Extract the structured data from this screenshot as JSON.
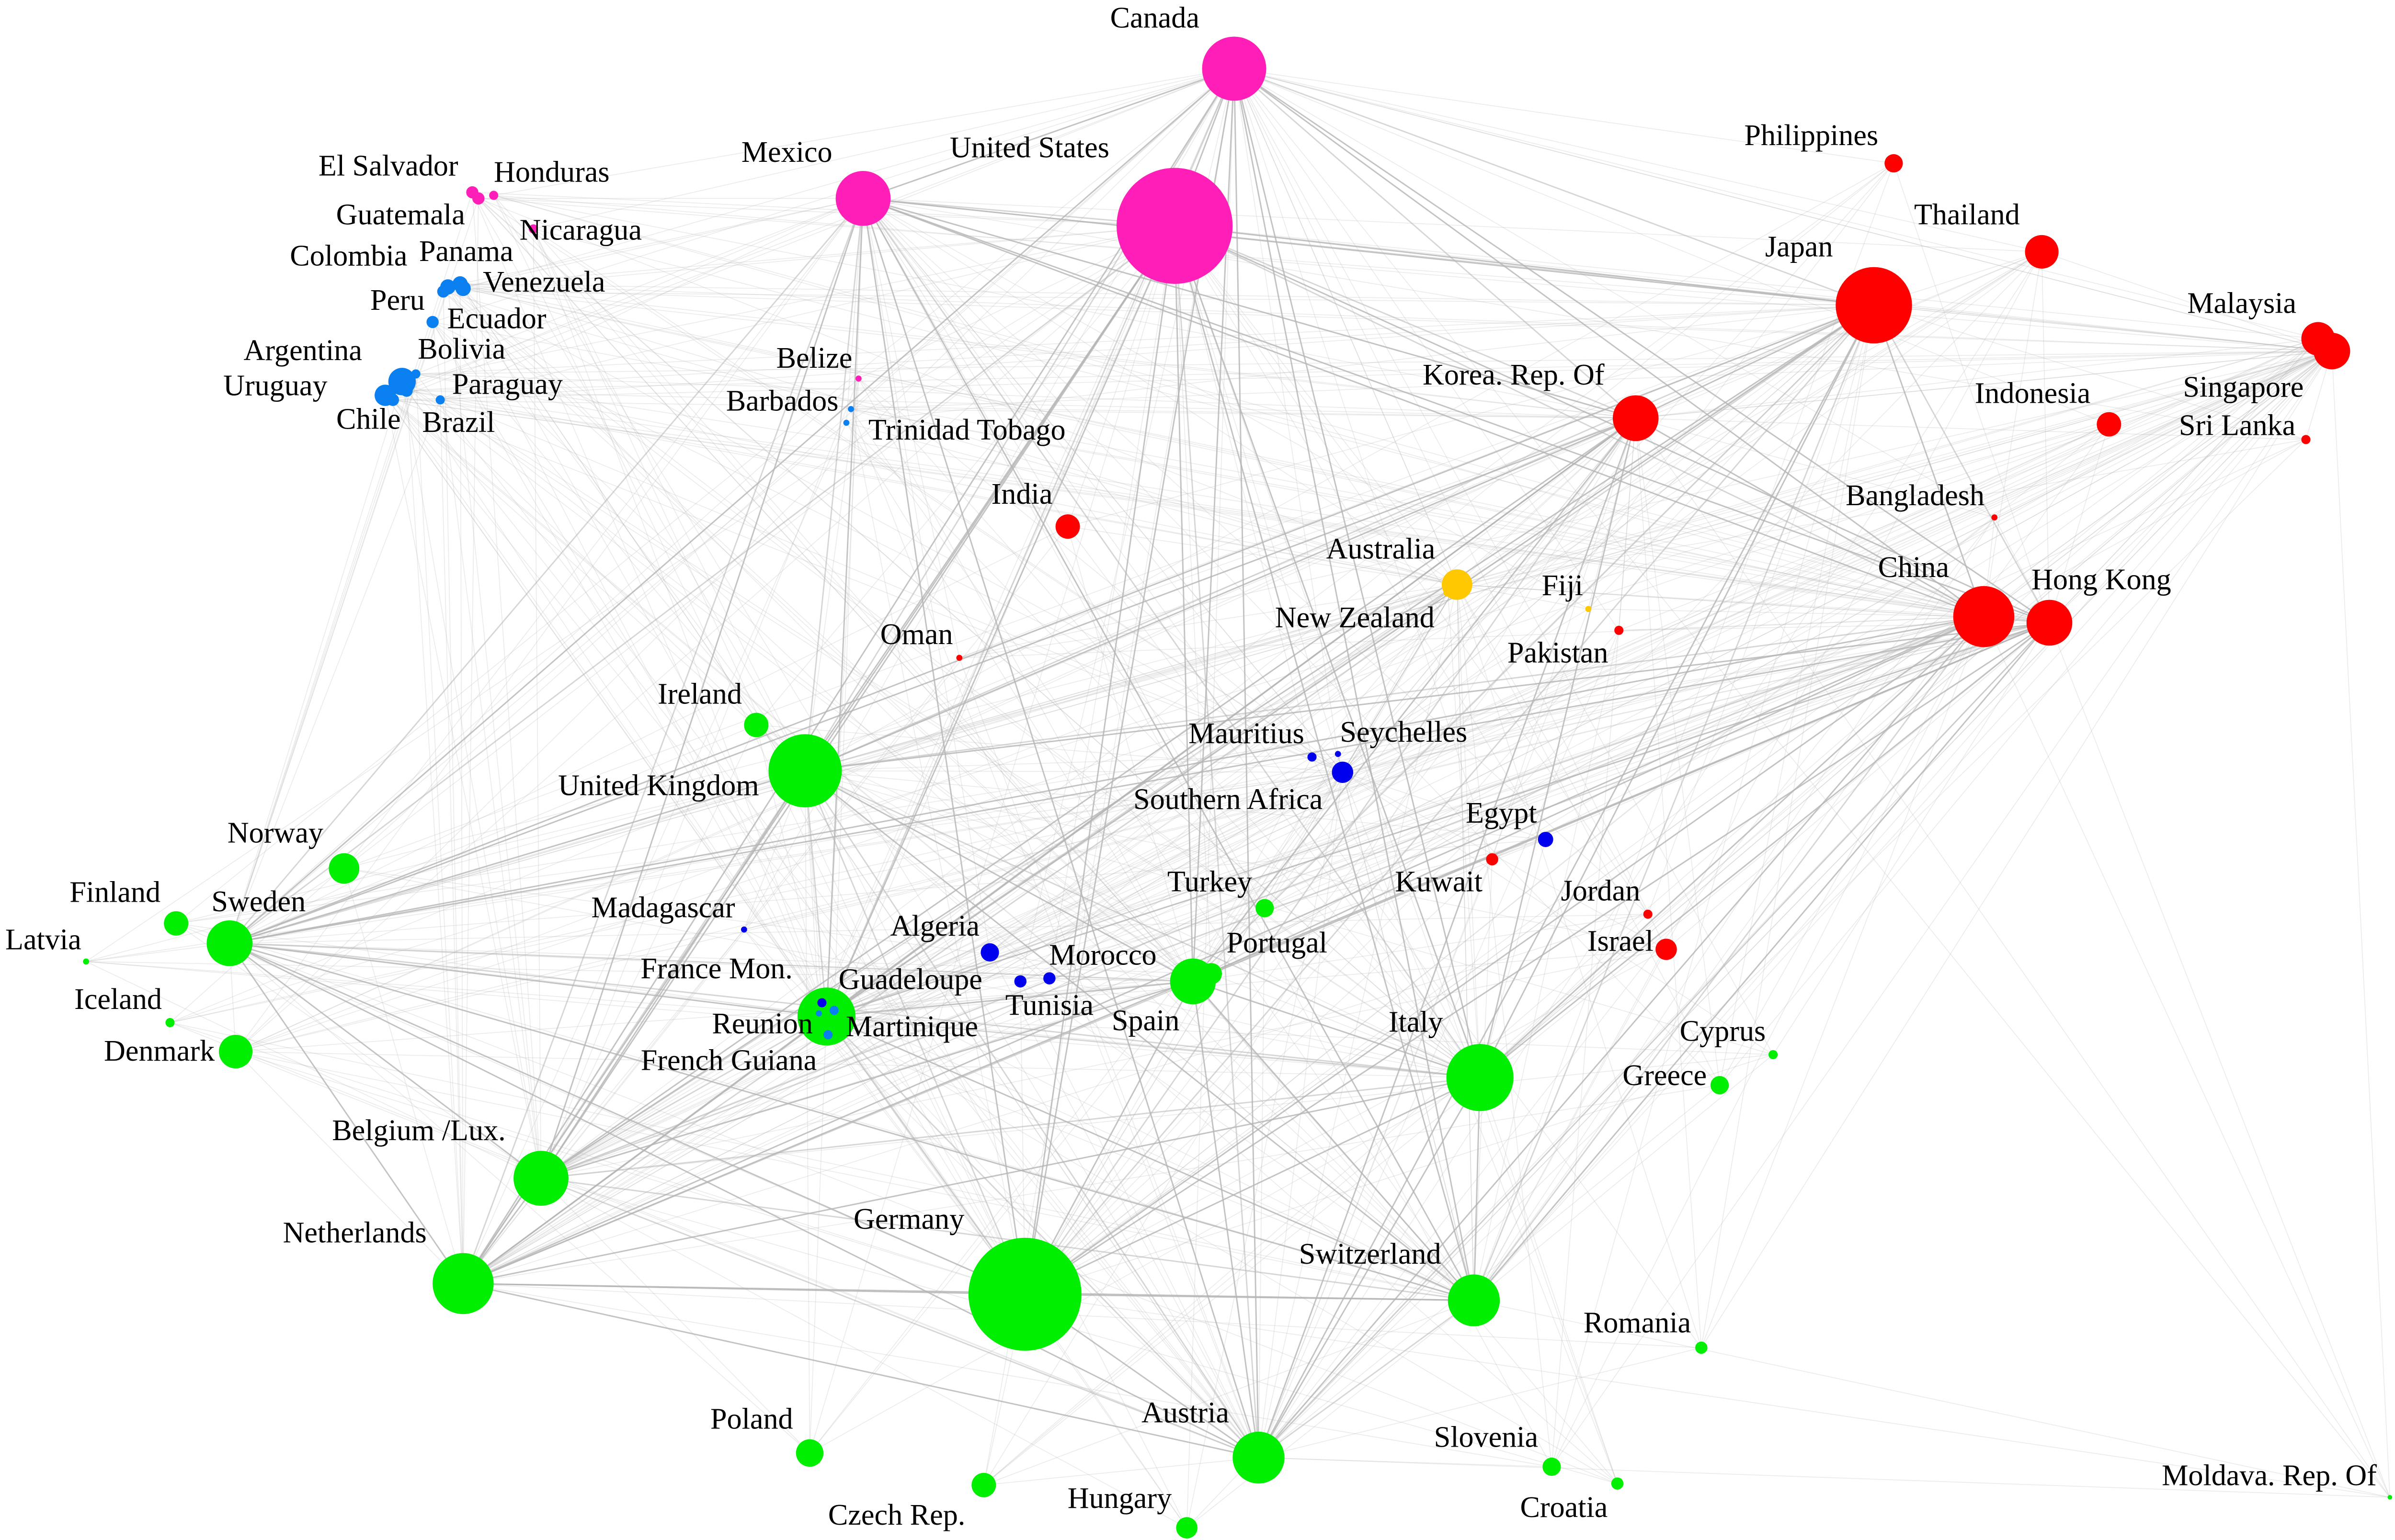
{
  "colors": {
    "americas_north": "#ff1fb8",
    "americas_south": "#0a80f0",
    "asia": "#ff0000",
    "oceania": "#ffc800",
    "europe": "#00ee00",
    "africa": "#0000ee",
    "edge": "#b4b4b4"
  },
  "nodes": [
    {
      "label": "Canada",
      "group": "americas_north"
    },
    {
      "label": "United States",
      "group": "americas_north"
    },
    {
      "label": "Mexico",
      "group": "americas_north"
    },
    {
      "label": "El Salvador",
      "group": "americas_north"
    },
    {
      "label": "Honduras",
      "group": "americas_north"
    },
    {
      "label": "Guatemala",
      "group": "americas_north"
    },
    {
      "label": "Nicaragua",
      "group": "americas_north"
    },
    {
      "label": "Panama",
      "group": "americas_south"
    },
    {
      "label": "Colombia",
      "group": "americas_south"
    },
    {
      "label": "Venezuela",
      "group": "americas_south"
    },
    {
      "label": "Peru",
      "group": "americas_south"
    },
    {
      "label": "Ecuador",
      "group": "americas_south"
    },
    {
      "label": "Bolivia",
      "group": "americas_south"
    },
    {
      "label": "Argentina",
      "group": "americas_south"
    },
    {
      "label": "Uruguay",
      "group": "americas_south"
    },
    {
      "label": "Paraguay",
      "group": "americas_south"
    },
    {
      "label": "Chile",
      "group": "americas_south"
    },
    {
      "label": "Brazil",
      "group": "americas_south"
    },
    {
      "label": "Belize",
      "group": "americas_north"
    },
    {
      "label": "Barbados",
      "group": "americas_south"
    },
    {
      "label": "Trinidad Tobago",
      "group": "americas_south"
    },
    {
      "label": "Philippines",
      "group": "asia"
    },
    {
      "label": "Thailand",
      "group": "asia"
    },
    {
      "label": "Japan",
      "group": "asia"
    },
    {
      "label": "Malaysia",
      "group": "asia"
    },
    {
      "label": "Singapore",
      "group": "asia"
    },
    {
      "label": "Indonesia",
      "group": "asia"
    },
    {
      "label": "Sri Lanka",
      "group": "asia"
    },
    {
      "label": "Korea. Rep. Of",
      "group": "asia"
    },
    {
      "label": "Bangladesh",
      "group": "asia"
    },
    {
      "label": "India",
      "group": "asia"
    },
    {
      "label": "Australia",
      "group": "oceania"
    },
    {
      "label": "Fiji",
      "group": "oceania"
    },
    {
      "label": "New Zealand",
      "group": "oceania"
    },
    {
      "label": "Pakistan",
      "group": "asia"
    },
    {
      "label": "China",
      "group": "asia"
    },
    {
      "label": "Hong Kong",
      "group": "asia"
    },
    {
      "label": "Oman",
      "group": "asia"
    },
    {
      "label": "Ireland",
      "group": "europe"
    },
    {
      "label": "United Kingdom",
      "group": "europe"
    },
    {
      "label": "Mauritius",
      "group": "africa"
    },
    {
      "label": "Seychelles",
      "group": "africa"
    },
    {
      "label": "Southern Africa",
      "group": "africa"
    },
    {
      "label": "Egypt",
      "group": "africa"
    },
    {
      "label": "Kuwait",
      "group": "asia"
    },
    {
      "label": "Jordan",
      "group": "asia"
    },
    {
      "label": "Israel",
      "group": "asia"
    },
    {
      "label": "Turkey",
      "group": "europe"
    },
    {
      "label": "Portugal",
      "group": "europe"
    },
    {
      "label": "Spain",
      "group": "europe"
    },
    {
      "label": "Norway",
      "group": "europe"
    },
    {
      "label": "Finland",
      "group": "europe"
    },
    {
      "label": "Sweden",
      "group": "europe"
    },
    {
      "label": "Latvia",
      "group": "europe"
    },
    {
      "label": "Iceland",
      "group": "europe"
    },
    {
      "label": "Denmark",
      "group": "europe"
    },
    {
      "label": "Madagascar",
      "group": "africa"
    },
    {
      "label": "Algeria",
      "group": "africa"
    },
    {
      "label": "Morocco",
      "group": "africa"
    },
    {
      "label": "Tunisia",
      "group": "africa"
    },
    {
      "label": "France Mon.",
      "group": "europe"
    },
    {
      "label": "Guadeloupe",
      "group": "africa"
    },
    {
      "label": "Martinique",
      "group": "americas_south"
    },
    {
      "label": "Reunion",
      "group": "americas_south"
    },
    {
      "label": "French Guiana",
      "group": "americas_south"
    },
    {
      "label": "Italy",
      "group": "europe"
    },
    {
      "label": "Cyprus",
      "group": "europe"
    },
    {
      "label": "Greece",
      "group": "europe"
    },
    {
      "label": "Belgium /Lux.",
      "group": "europe"
    },
    {
      "label": "Netherlands",
      "group": "europe"
    },
    {
      "label": "Germany",
      "group": "europe"
    },
    {
      "label": "Switzerland",
      "group": "europe"
    },
    {
      "label": "Romania",
      "group": "europe"
    },
    {
      "label": "Poland",
      "group": "europe"
    },
    {
      "label": "Czech Rep.",
      "group": "europe"
    },
    {
      "label": "Austria",
      "group": "europe"
    },
    {
      "label": "Hungary",
      "group": "europe"
    },
    {
      "label": "Slovenia",
      "group": "europe"
    },
    {
      "label": "Croatia",
      "group": "europe"
    },
    {
      "label": "Moldava. Rep. Of",
      "group": "europe"
    }
  ]
}
